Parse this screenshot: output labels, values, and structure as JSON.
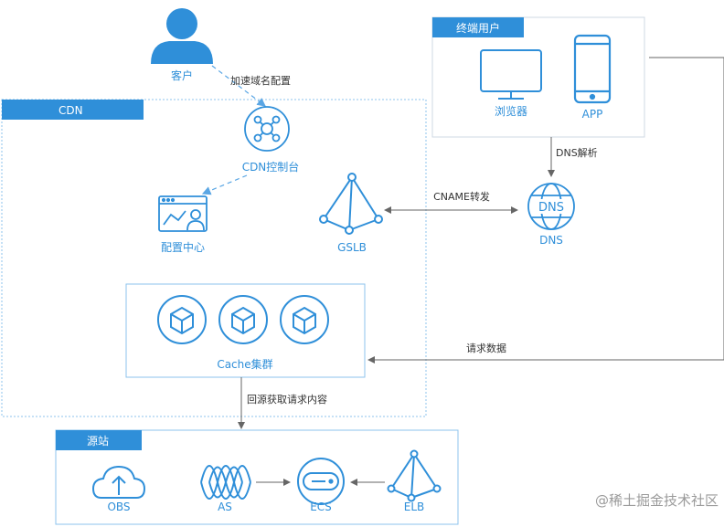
{
  "colors": {
    "accent": "#2f8fd9",
    "line": "#666666",
    "dashed": "#5aa6e4",
    "border": "#8ec3ec"
  },
  "customer": {
    "label": "客户",
    "icon": "user-icon"
  },
  "edges": {
    "add_domain": "加速域名配置",
    "dns_resolve": "DNS解析",
    "cname": "CNAME转发",
    "request_data": "请求数据",
    "origin_fetch": "回源获取请求内容"
  },
  "cdn": {
    "title": "CDN",
    "console": "CDN控制台",
    "config_center": "配置中心",
    "gslb": "GSLB",
    "cache_cluster": "Cache集群"
  },
  "end_user": {
    "title": "终端用户",
    "browser": "浏览器",
    "app": "APP"
  },
  "dns": {
    "label": "DNS",
    "icon_text": "DNS"
  },
  "origin": {
    "title": "源站",
    "obs": "OBS",
    "as": "AS",
    "ecs": "ECS",
    "elb": "ELB"
  },
  "watermark": "@稀土掘金技术社区"
}
